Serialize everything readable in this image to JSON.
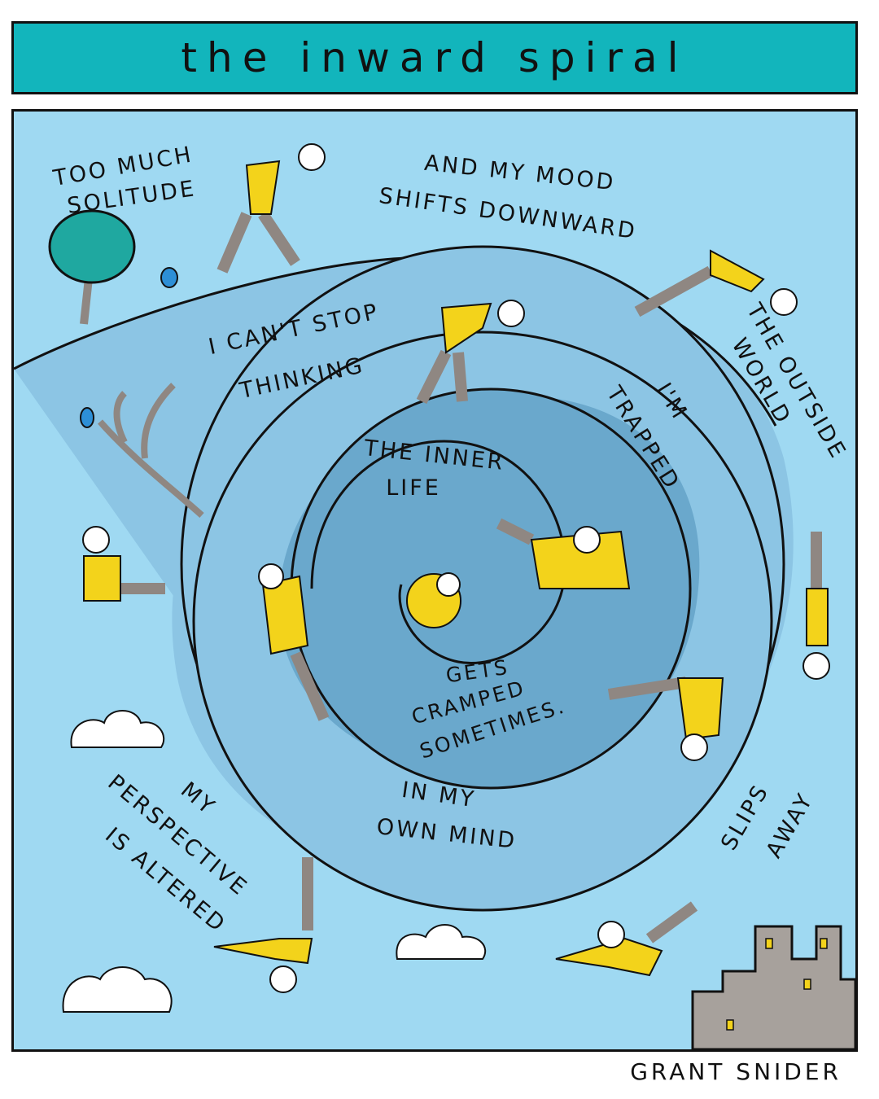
{
  "title": "the inward spiral",
  "captions": {
    "too_much": "TOO MUCH",
    "solitude": "SOLITUDE",
    "and_my_mood": "AND MY MOOD",
    "shifts_downward": "SHIFTS DOWNWARD",
    "cant_stop": "I CAN'T STOP",
    "thinking": "THINKING",
    "im": "I'M",
    "trapped": "TRAPPED",
    "the_outside": "THE OUTSIDE",
    "world": "WORLD",
    "the_inner": "THE INNER",
    "life": "LIFE",
    "gets": "GETS",
    "cramped": "CRAMPED",
    "sometimes": "SOMETIMES.",
    "in_my": "IN MY",
    "own_mind": "OWN MIND",
    "my": "MY",
    "perspective": "PERSPECTIVE",
    "is_altered": "IS ALTERED",
    "slips": "SLIPS",
    "away": "AWAY"
  },
  "credit": "GRANT SNIDER",
  "colors": {
    "banner": "#12b5bc",
    "sky": "#9fd9f2",
    "spiral_outer": "#8cc5e4",
    "spiral_inner": "#6aa8cc",
    "figure_shirt": "#f3d31b",
    "figure_pants": "#8f8782",
    "tree_leaves": "#1fa8a0",
    "city": "#a7a19c"
  }
}
